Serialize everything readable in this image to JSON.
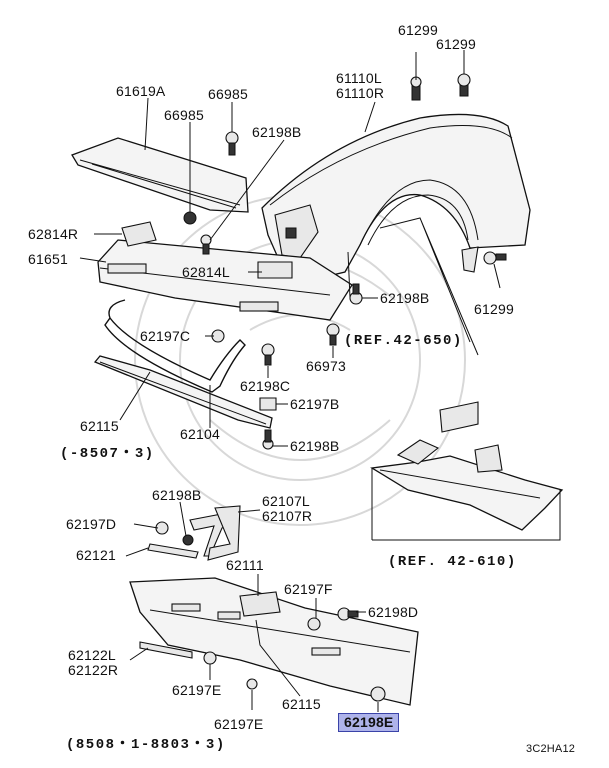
{
  "diagram": {
    "labels": {
      "p61299_a": "61299",
      "p61299_b": "61299",
      "p61110": "61110L\n61110R",
      "p61619A": "61619A",
      "p66985_a": "66985",
      "p66985_b": "66985",
      "p62198B_a": "62198B",
      "p62814R": "62814R",
      "p61651": "61651",
      "p62814L": "62814L",
      "p61299_c": "61299",
      "p62198B_b": "62198B",
      "p62197C": "62197C",
      "ref_42_650": "(REF.42-650)",
      "p66973": "66973",
      "p62198C": "62198C",
      "p62197B": "62197B",
      "p62115_a": "62115",
      "p62104": "62104",
      "p62198B_c": "62198B",
      "date_8507": "(-8507・3)",
      "p62198B_d": "62198B",
      "p62107": "62107L\n62107R",
      "p62197D": "62197D",
      "p62121": "62121",
      "ref_42_610": "(REF. 42-610)",
      "p62111": "62111",
      "p62197F": "62197F",
      "p62198D": "62198D",
      "p62122": "62122L\n62122R",
      "p62197E_a": "62197E",
      "p62115_b": "62115",
      "p62198E": "62198E",
      "p62197E_b": "62197E",
      "date_8508": "(8508・1-8803・3)",
      "diagram_code": "3C2HA12"
    },
    "highlight_color": "#aeb3ea"
  }
}
